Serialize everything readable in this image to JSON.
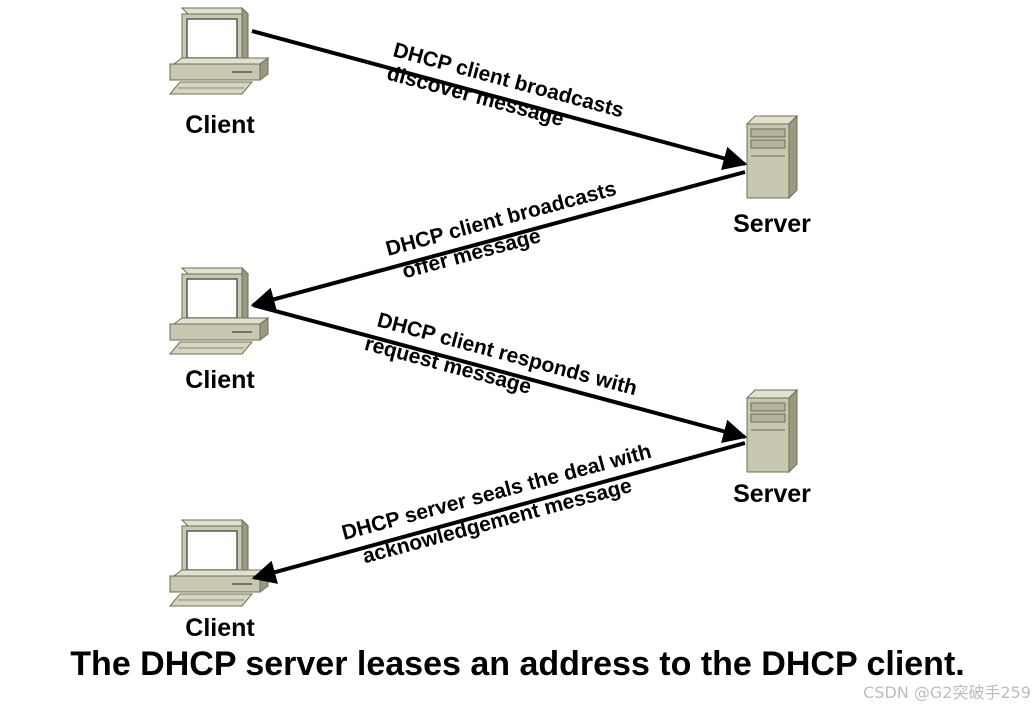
{
  "nodes": {
    "client1": "Client",
    "client2": "Client",
    "client3": "Client",
    "server1": "Server",
    "server2": "Server"
  },
  "messages": [
    {
      "line1": "DHCP client broadcasts",
      "line2": "discover message"
    },
    {
      "line1": "DHCP client broadcasts",
      "line2": "offer message"
    },
    {
      "line1": "DHCP client responds with",
      "line2": "request message"
    },
    {
      "line1": "DHCP server seals the deal with",
      "line2": "acknowledgement message"
    }
  ],
  "caption": "The DHCP server leases an address to the DHCP client.",
  "watermark": "CSDN @G2突破手259",
  "colors": {
    "device_body": "#c8c8b0",
    "device_shadow": "#8f8f78",
    "screen": "#ffffff",
    "arrow": "#000000"
  },
  "icons": {
    "client": "desktop-computer-icon",
    "server": "server-tower-icon"
  }
}
